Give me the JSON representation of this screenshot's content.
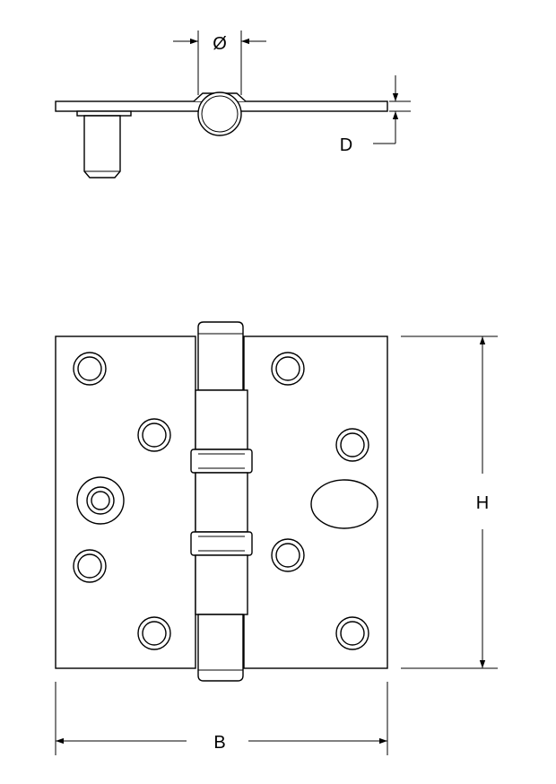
{
  "labels": {
    "diameter": "Ø",
    "thickness": "D",
    "height": "H",
    "width": "B"
  },
  "colors": {
    "line": "#000000",
    "background": "#ffffff"
  }
}
